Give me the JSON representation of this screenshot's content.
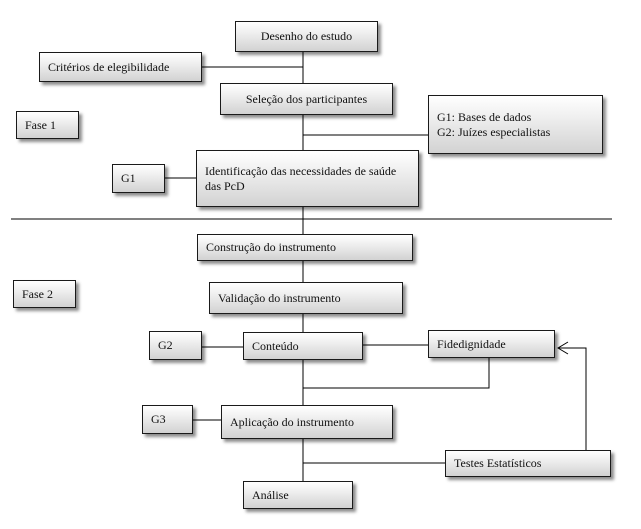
{
  "phase1": {
    "label": "Fase 1",
    "study_design": "Desenho do estudo",
    "eligibility_criteria": "Critérios  de elegibilidade",
    "participant_selection": "Seleção dos participantes",
    "groups": [
      "G1:  Bases de dados",
      "G2:  Juízes especialistas"
    ],
    "g1": "G1",
    "needs_identification": "Identificação  das necessidades de saúde das PcD"
  },
  "phase2": {
    "label": "Fase 2",
    "construction": "Construção do instrumento",
    "validation": "Validação  do instrumento",
    "g2": "G2",
    "content": "Conteúdo",
    "reliability": "Fidedignidade",
    "g3": "G3",
    "application": "Aplicação do instrumento",
    "statistical_tests": "Testes Estatísticos",
    "analysis": "Análise"
  }
}
